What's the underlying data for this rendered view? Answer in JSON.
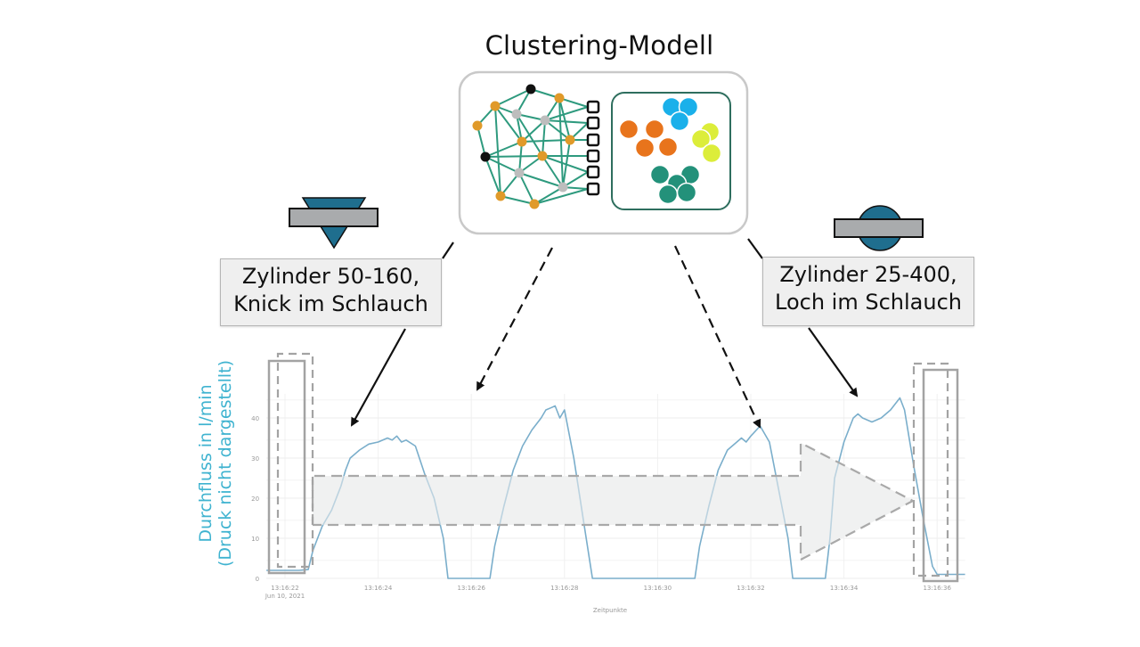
{
  "title": "Clustering-Modell",
  "labels": {
    "left": {
      "line1": "Zylinder 50-160,",
      "line2": "Knick im Schlauch"
    },
    "right": {
      "line1": "Zylinder 25-400,",
      "line2": "Loch im Schlauch"
    }
  },
  "colors": {
    "network_edge": "#2e9a7e",
    "node_orange": "#e09a2a",
    "node_gray": "#bdbdbd",
    "node_black": "#111111",
    "cluster_blue": "#1ab0ea",
    "cluster_orange": "#e8741c",
    "cluster_yellow": "#dced3a",
    "cluster_teal": "#23917a",
    "symbol_blue": "#1f6e8e",
    "symbol_gray": "#a9abad",
    "line": "#7aaecb",
    "axis_label": "#3fb3d0"
  },
  "chart_data": {
    "type": "line",
    "title": "",
    "xlabel": "Zeitpunkte",
    "ylabel": "Durchfluss in l/min",
    "ylabel_sub": "(Druck nicht dargestellt)",
    "ylim": [
      0,
      45
    ],
    "xlim_seconds": [
      21.6,
      36.6
    ],
    "yticks": [
      0,
      10,
      20,
      30,
      40
    ],
    "xticks": [
      {
        "t": 22,
        "label": "13:16:22",
        "sublabel": "Jun 10, 2021"
      },
      {
        "t": 24,
        "label": "13:16:24"
      },
      {
        "t": 26,
        "label": "13:16:26"
      },
      {
        "t": 28,
        "label": "13:16:28"
      },
      {
        "t": 30,
        "label": "13:16:30"
      },
      {
        "t": 32,
        "label": "13:16:32"
      },
      {
        "t": 34,
        "label": "13:16:34"
      },
      {
        "t": 36,
        "label": "13:16:36"
      }
    ],
    "grid": true,
    "series": [
      {
        "name": "Durchfluss",
        "points": [
          [
            21.6,
            2
          ],
          [
            22.3,
            2
          ],
          [
            22.5,
            2.2
          ],
          [
            22.6,
            7
          ],
          [
            22.8,
            13
          ],
          [
            23.0,
            17
          ],
          [
            23.2,
            23
          ],
          [
            23.3,
            27
          ],
          [
            23.4,
            30
          ],
          [
            23.6,
            32
          ],
          [
            23.8,
            33.5
          ],
          [
            24.0,
            34
          ],
          [
            24.2,
            35
          ],
          [
            24.3,
            34.5
          ],
          [
            24.4,
            35.5
          ],
          [
            24.5,
            34
          ],
          [
            24.6,
            34.5
          ],
          [
            24.8,
            33
          ],
          [
            25.0,
            26
          ],
          [
            25.2,
            20
          ],
          [
            25.4,
            10
          ],
          [
            25.5,
            0
          ],
          [
            26.4,
            0
          ],
          [
            26.5,
            8
          ],
          [
            26.7,
            18
          ],
          [
            26.9,
            27
          ],
          [
            27.1,
            33
          ],
          [
            27.3,
            37
          ],
          [
            27.5,
            40
          ],
          [
            27.6,
            42
          ],
          [
            27.7,
            42.5
          ],
          [
            27.8,
            43
          ],
          [
            27.9,
            40
          ],
          [
            28.0,
            42
          ],
          [
            28.2,
            30
          ],
          [
            28.4,
            15
          ],
          [
            28.6,
            0
          ],
          [
            30.8,
            0
          ],
          [
            30.9,
            8
          ],
          [
            31.1,
            18
          ],
          [
            31.3,
            27
          ],
          [
            31.5,
            32
          ],
          [
            31.7,
            34
          ],
          [
            31.8,
            35
          ],
          [
            31.9,
            34
          ],
          [
            32.0,
            35.5
          ],
          [
            32.2,
            38
          ],
          [
            32.3,
            36
          ],
          [
            32.4,
            34
          ],
          [
            32.6,
            22
          ],
          [
            32.8,
            10
          ],
          [
            32.9,
            0
          ],
          [
            33.6,
            0
          ],
          [
            33.7,
            10
          ],
          [
            33.8,
            25
          ],
          [
            34.0,
            34
          ],
          [
            34.1,
            37
          ],
          [
            34.2,
            40
          ],
          [
            34.3,
            41
          ],
          [
            34.4,
            40
          ],
          [
            34.6,
            39
          ],
          [
            34.8,
            40
          ],
          [
            35.0,
            42
          ],
          [
            35.2,
            45
          ],
          [
            35.3,
            42
          ],
          [
            35.5,
            28
          ],
          [
            35.7,
            15
          ],
          [
            35.9,
            3
          ],
          [
            36.0,
            1
          ],
          [
            36.6,
            1
          ]
        ]
      }
    ],
    "annotations": [
      {
        "type": "arrow-solid",
        "label": "Zylinder 50-160, Knick im Schlauch"
      },
      {
        "type": "arrow-dashed",
        "label": "Clustering-Modell"
      },
      {
        "type": "arrow-dashed",
        "label": "Clustering-Modell"
      },
      {
        "type": "arrow-solid",
        "label": "Zylinder 25-400, Loch im Schlauch"
      },
      {
        "type": "window-box",
        "position": "start"
      },
      {
        "type": "window-box",
        "position": "end"
      },
      {
        "type": "sliding-window-arrow",
        "label": ""
      }
    ]
  }
}
